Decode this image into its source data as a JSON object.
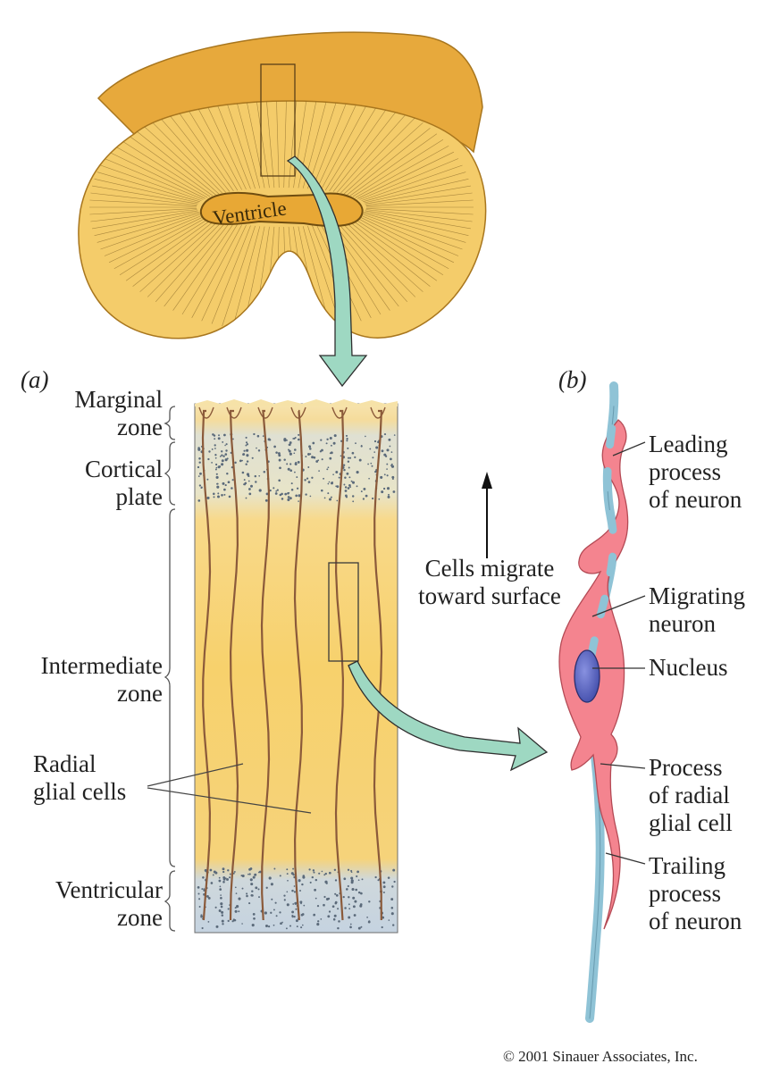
{
  "figure": {
    "panel_a_tag": "(a)",
    "panel_b_tag": "(b)",
    "ventricle_label": "Ventricle",
    "zones": [
      {
        "lines": [
          "Marginal",
          "zone"
        ]
      },
      {
        "lines": [
          "Cortical",
          "plate"
        ]
      },
      {
        "lines": [
          "Intermediate",
          "zone"
        ]
      },
      {
        "lines": [
          "Ventricular",
          "zone"
        ]
      }
    ],
    "radial_glia_label": [
      "Radial",
      "glial cells"
    ],
    "migration_label": [
      "Cells migrate",
      "toward surface"
    ],
    "neuron_labels": [
      {
        "lines": [
          "Leading",
          "process",
          "of neuron"
        ]
      },
      {
        "lines": [
          "Migrating",
          "neuron"
        ]
      },
      {
        "lines": [
          "Nucleus"
        ]
      },
      {
        "lines": [
          "Process",
          "of radial",
          "glial cell"
        ]
      },
      {
        "lines": [
          "Trailing",
          "process",
          "of neuron"
        ]
      }
    ],
    "copyright": "© 2001 Sinauer Associates, Inc."
  },
  "colors": {
    "yellow_tissue": "#f6c95b",
    "brain_edge": "#e3a83a",
    "ventricular_blue": "#c5d3e0",
    "arrow_teal": "#9ed8c2",
    "neuron_pink": "#f4848f",
    "glia_blue": "#8fc3d6",
    "nucleus_blue": "#5a66c8"
  }
}
